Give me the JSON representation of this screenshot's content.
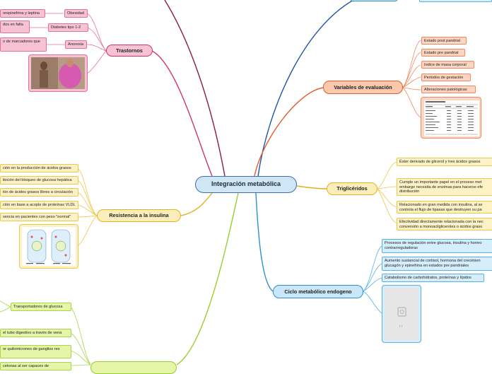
{
  "central_topic": "Integración metabólica",
  "trastornos": {
    "label": "Trastornos",
    "leaves": [
      {
        "label": "Obesidad",
        "detail": "orepinefrina y leptina"
      },
      {
        "label": "Diabetes tipo 1-2",
        "detail": "dos en falta"
      },
      {
        "label": "Anorexia",
        "detail": "o de marcadores que"
      }
    ],
    "image": "photo"
  },
  "variables": {
    "label": "Variables de evaluación",
    "leaves": [
      "Estado post pandrial",
      "Estado pre pandrial",
      "Indice de masa corporal",
      "Periodos de gestación",
      "Alteraciones patológicas"
    ],
    "image": "table"
  },
  "trigliceridos": {
    "label": "Triglicéridos",
    "leaves": [
      "Éster derivado de glicerol y tres ácidos grasos",
      "Cumple un importante papel en el proceso met embargo necesita de enzimas para hacerse efe distribución",
      "Relacionado en gran medida con insulina, al se controla el flujo de lipasas que destruyen su pa",
      "Efectividad directamente relacionada con la nec conversión a monoacilgliceroles o ácidos graso"
    ]
  },
  "resistencia": {
    "label": "Resistencia a la insulina",
    "leaves": [
      "ción en la producción de ácidos grasos",
      "ibición del bloqueo de glucosa hepática",
      "ión de ácidos grasos libres a circulación",
      "ción en base a acople de proteínas VLDL",
      "sencia en pacientes con peso \"normal\""
    ],
    "image": "diagram"
  },
  "ciclo": {
    "label": "Ciclo metabólico endogeno",
    "leaves": [
      "Procesos de regulación entre glucosa, insulina y hormo contrarreguladoras",
      "Aumento sustancial de cortisol, hormona del crecimien glucagón y epinefrina en estados pre pandriales",
      "Catabolismo de carbohidratos, proteínas y lípidos"
    ],
    "image": "placeholder"
  },
  "green": {
    "leaves": [
      "Transportadores de glucosa",
      "el tubo digestivo a través de vena",
      "or quilomicrones de ganglios res",
      "cetonas al ser capaces de"
    ]
  },
  "colors": {
    "pink": "#d2336f",
    "salmon": "#e45b2b",
    "yellow": "#e0b320",
    "blue": "#2d8fd1",
    "green": "#9acd32",
    "dark": "#1a1a66"
  }
}
